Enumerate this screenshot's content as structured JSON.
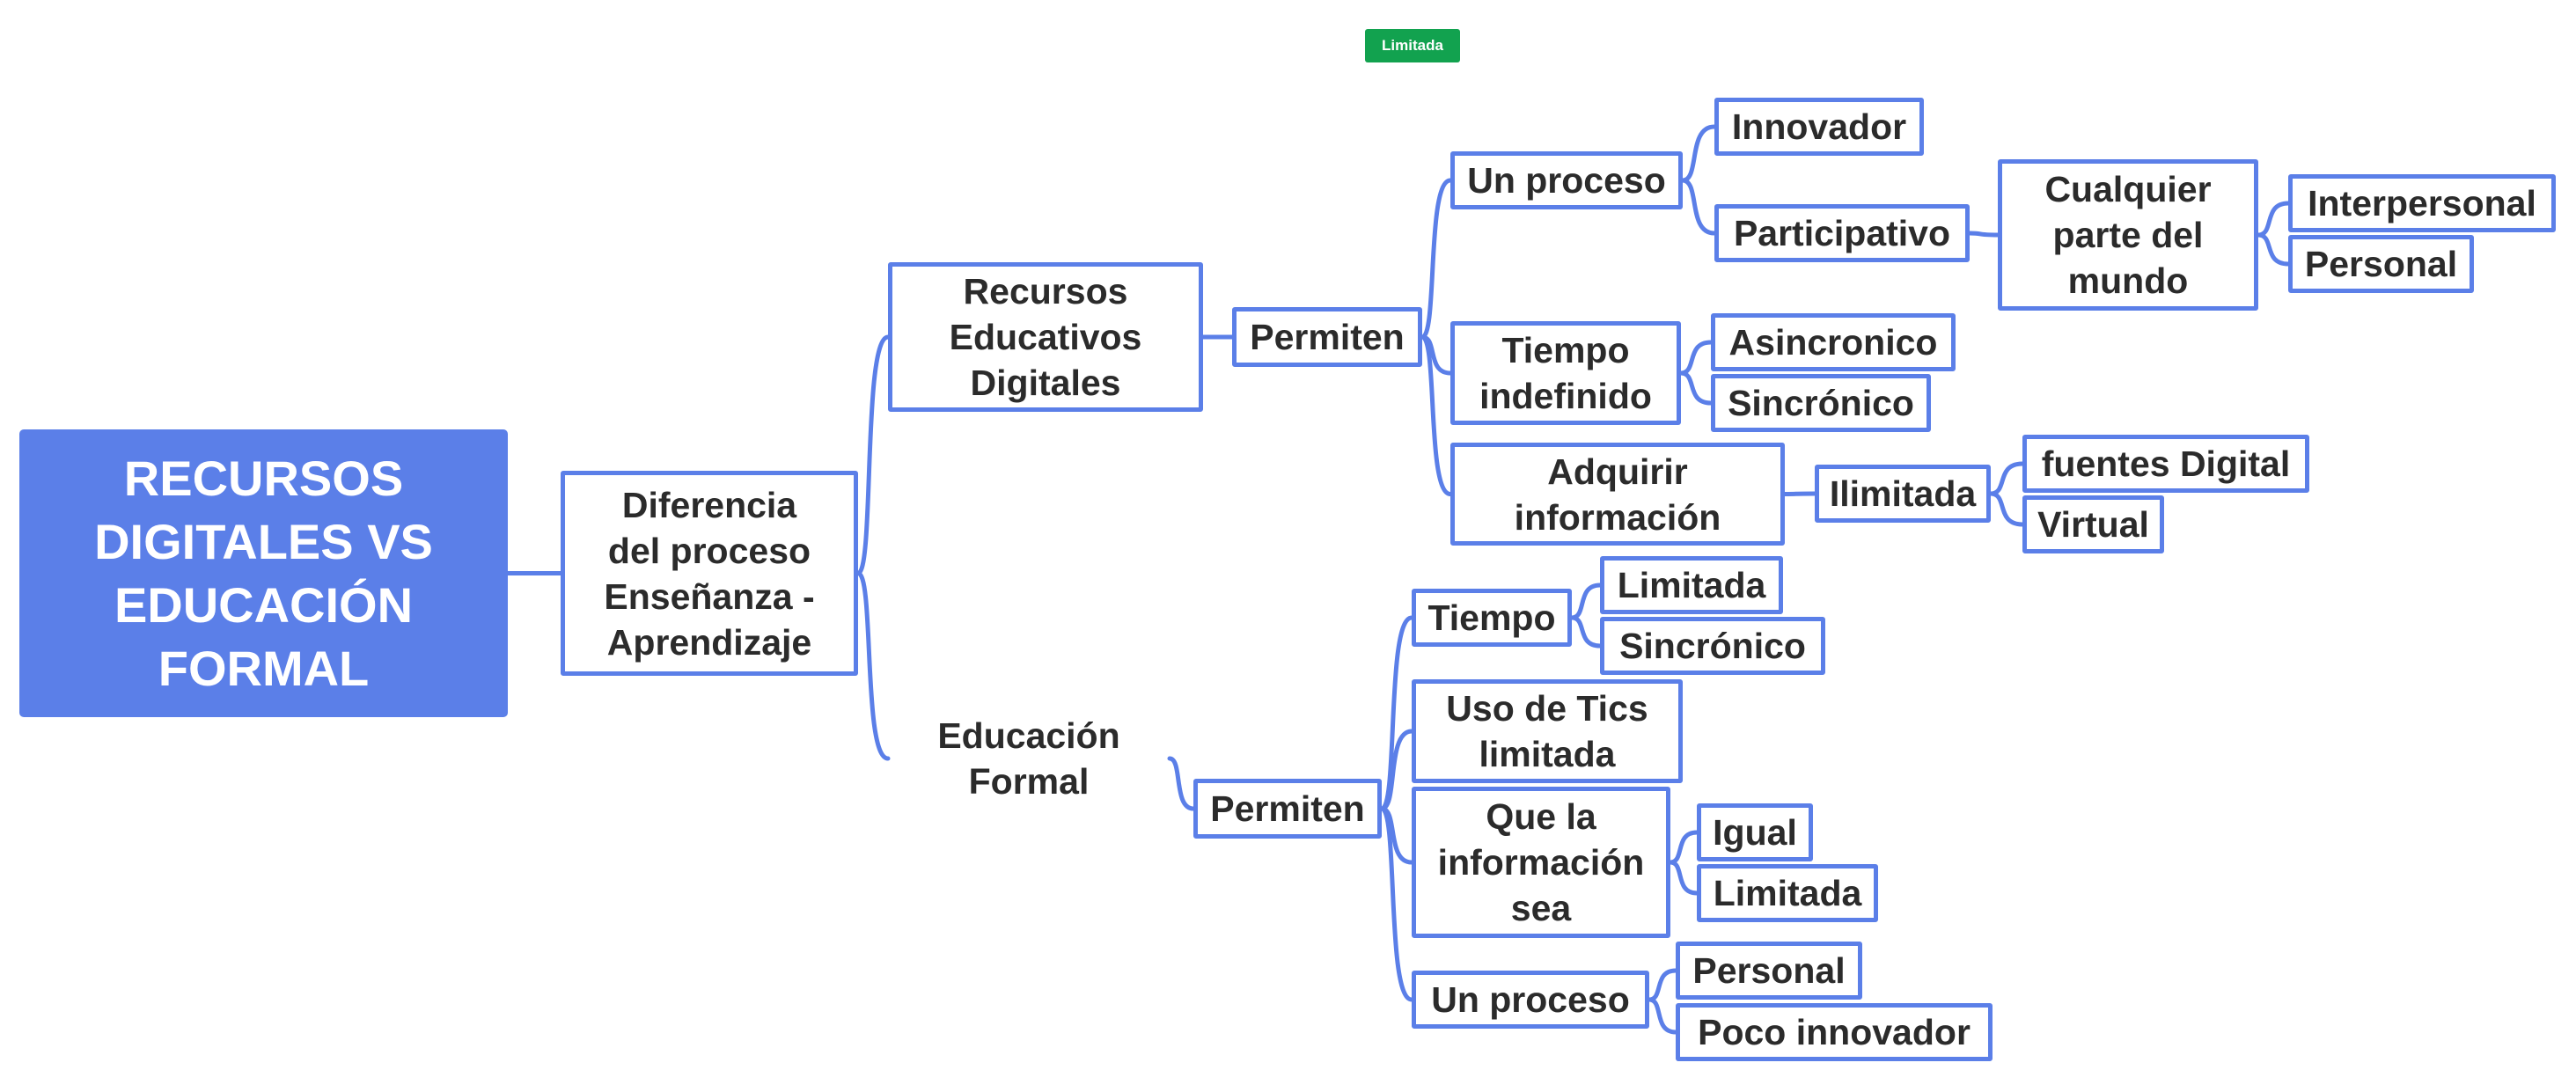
{
  "badge": {
    "label": "Limitada",
    "color": "#12a24f"
  },
  "colors": {
    "accent": "#5b7fe8",
    "root_fill": "#5b7fe8",
    "text": "#2b2b2b"
  },
  "root": {
    "label": "RECURSOS\nDIGITALES VS\nEDUCACIÓN\nFORMAL"
  },
  "nodes": {
    "diferencia": "Diferencia\ndel proceso\nEnseñanza -\nAprendizaje",
    "recursos": "Recursos\nEducativos\nDigitales",
    "permiten_1": "Permiten",
    "un_proceso_1": "Un proceso",
    "innovador": "Innovador",
    "participativo": "Participativo",
    "cualquier_parte": "Cualquier\nparte del\nmundo",
    "interpersonal": "Interpersonal",
    "personal_1": "Personal",
    "tiempo_indefinido": "Tiempo\nindefinido",
    "asincronico": "Asincronico",
    "sincronico_1": "Sincrónico",
    "adquirir": "Adquirir\ninformación",
    "ilimitada": "Ilimitada",
    "fuentes_digital": "fuentes Digital",
    "virtual": "Virtual",
    "educacion_formal": "Educación\nFormal",
    "permiten_2": "Permiten",
    "tiempo": "Tiempo",
    "limitada_1": "Limitada",
    "sincronico_2": "Sincrónico",
    "uso_tics": "Uso de Tics\nlimitada",
    "que_la_info": "Que la\ninformación\nsea",
    "igual": "Igual",
    "limitada_2": "Limitada",
    "un_proceso_2": "Un proceso",
    "personal_2": "Personal",
    "poco_innovador": "Poco innovador"
  }
}
